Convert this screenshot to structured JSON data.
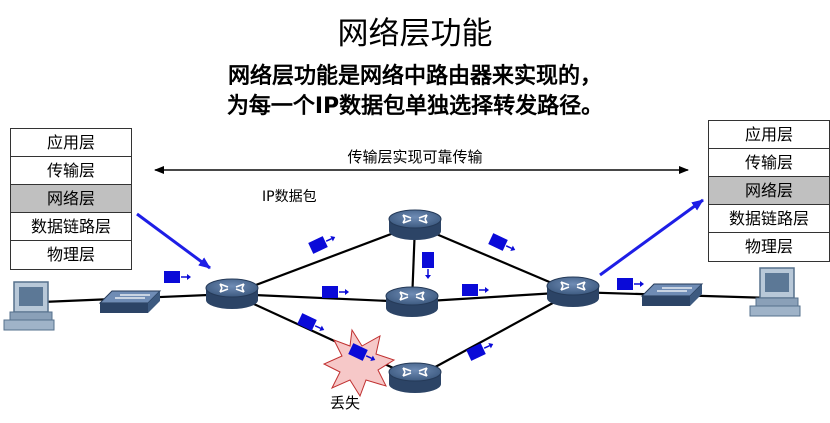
{
  "title": "网络层功能",
  "subtitle_line1": "网络层功能是网络中路由器来实现的，",
  "subtitle_line2": "为每一个IP数据包单独选择转发路径。",
  "transport_label": "传输层实现可靠传输",
  "packet_label": "IP数据包",
  "lost_label": "丢失",
  "left_stack": [
    "应用层",
    "传输层",
    "网络层",
    "数据链路层",
    "物理层"
  ],
  "right_stack": [
    "应用层",
    "传输层",
    "网络层",
    "数据链路层",
    "物理层"
  ],
  "highlight_layer": "网络层",
  "colors": {
    "arrow_blue": "#1e1ee6",
    "packet_blue": "#0a0ad8",
    "router_fill": "#3d5a80",
    "highlight": "#c0c0c0",
    "burst_pink": "#f6c8c8"
  }
}
